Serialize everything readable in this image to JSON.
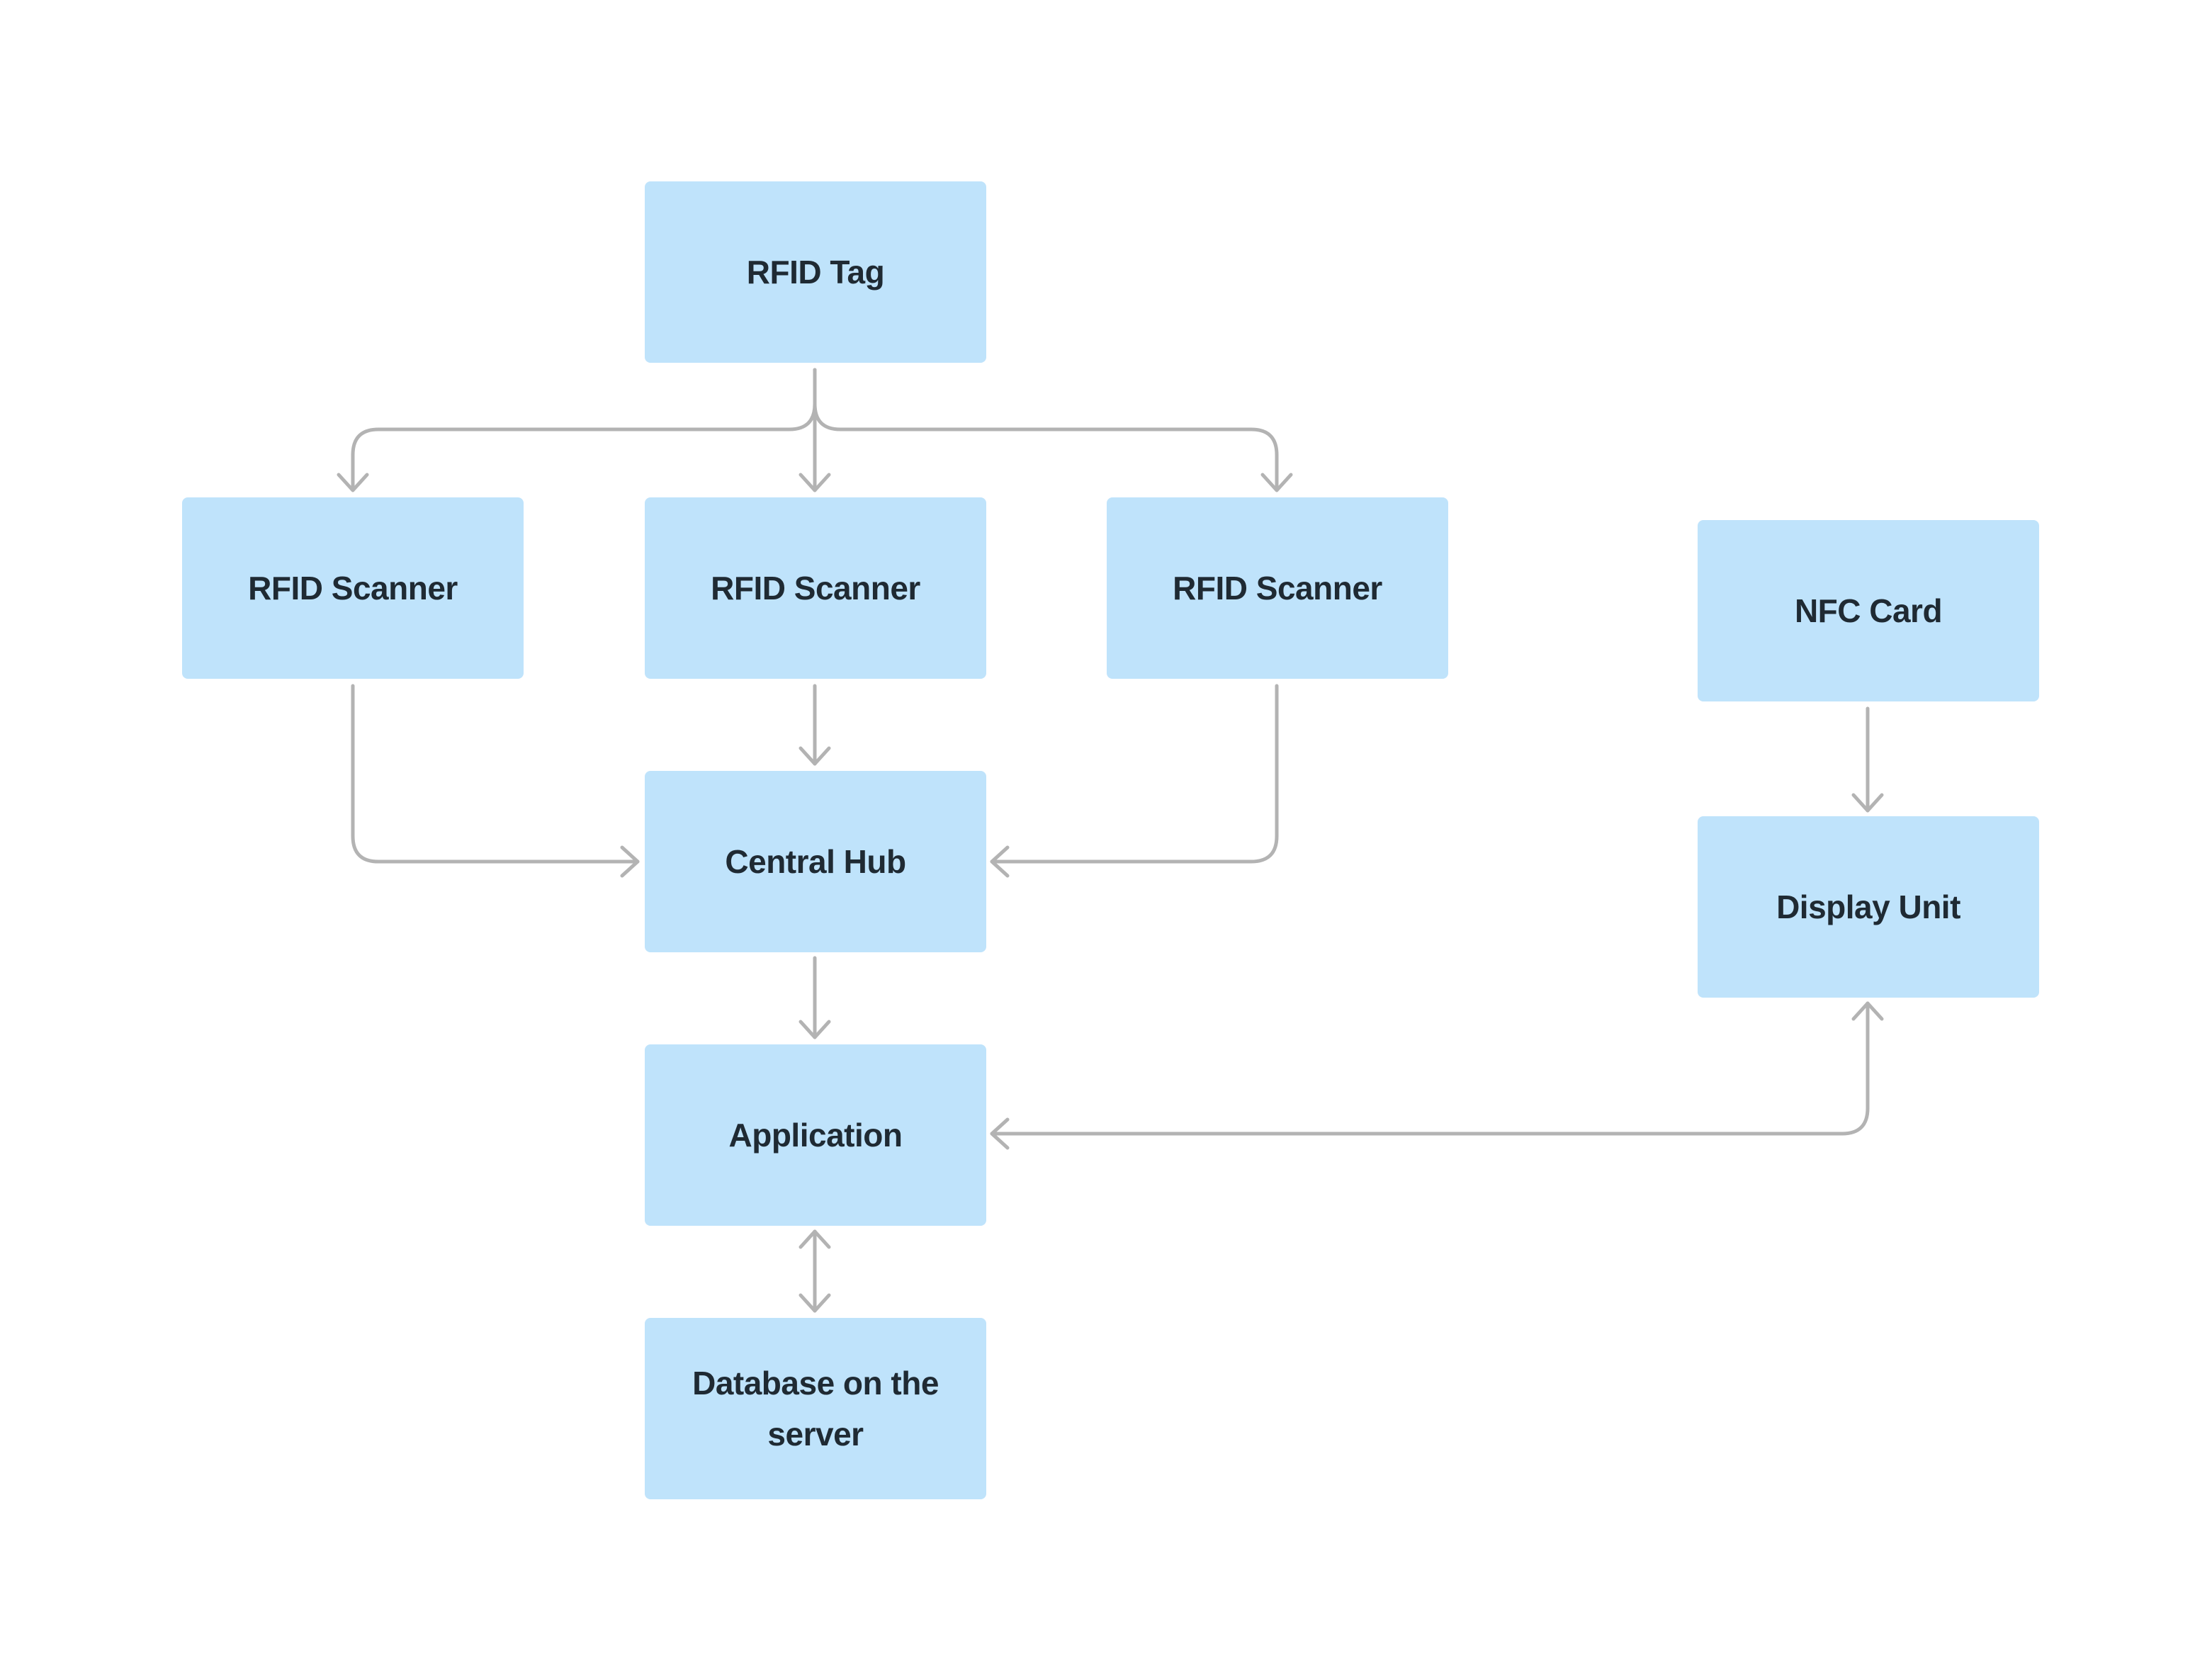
{
  "nodes": {
    "rfid_tag": "RFID Tag",
    "rfid_scanner_left": "RFID Scanner",
    "rfid_scanner_center": "RFID Scanner",
    "rfid_scanner_right": "RFID Scanner",
    "central_hub": "Central Hub",
    "application": "Application",
    "database": "Database on the server",
    "nfc_card": "NFC Card",
    "display_unit": "Display Unit"
  },
  "colors": {
    "node_fill": "#bfe3fb",
    "node_text": "#1f2a33",
    "connector": "#b3b3b3",
    "background": "#ffffff"
  }
}
